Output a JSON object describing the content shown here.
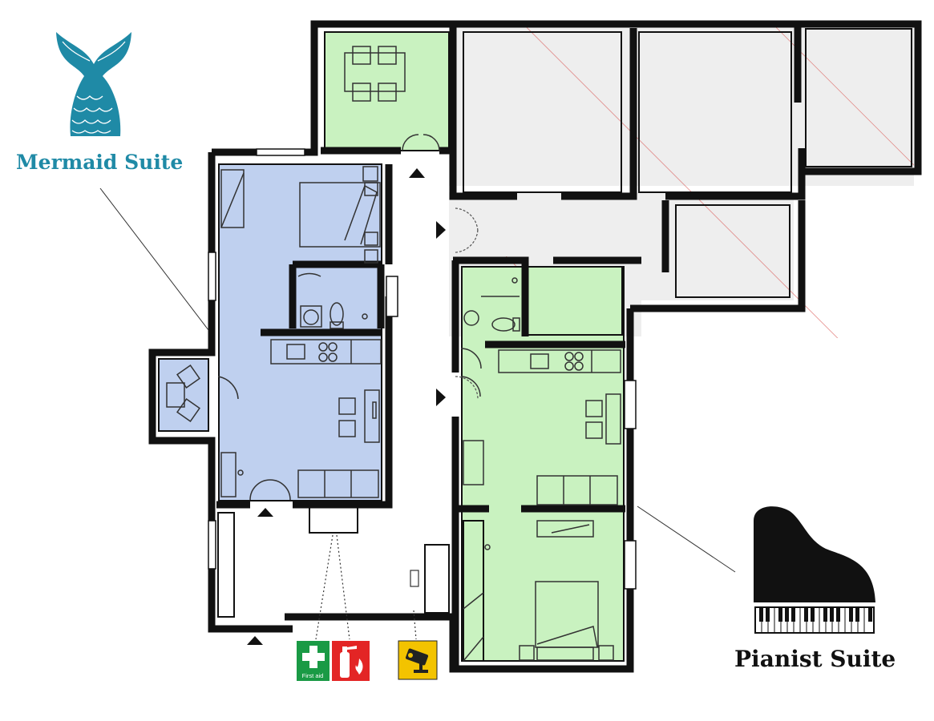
{
  "suites": {
    "mermaid": {
      "name": "Mermaid Suite",
      "logo_icon": "mermaid-tail-icon"
    },
    "pianist": {
      "name": "Pianist Suite",
      "logo_icon": "grand-piano-icon"
    }
  },
  "safety_signs": {
    "first_aid": {
      "label": "First aid",
      "icon": "first-aid-icon"
    },
    "fire_extinguisher": {
      "icon": "fire-extinguisher-icon"
    },
    "cctv": {
      "icon": "cctv-camera-icon"
    }
  },
  "colors": {
    "mermaid_fill": "#bfd0ef",
    "pianist_fill": "#c9f2c0",
    "common_fill": "#eeeeee",
    "wall": "#111111",
    "hatch": "#d9534f",
    "mermaid_brand": "#1f8aa6",
    "first_aid_green": "#1a9a45",
    "fire_red": "#e32525",
    "cctv_yellow": "#f3c300"
  }
}
